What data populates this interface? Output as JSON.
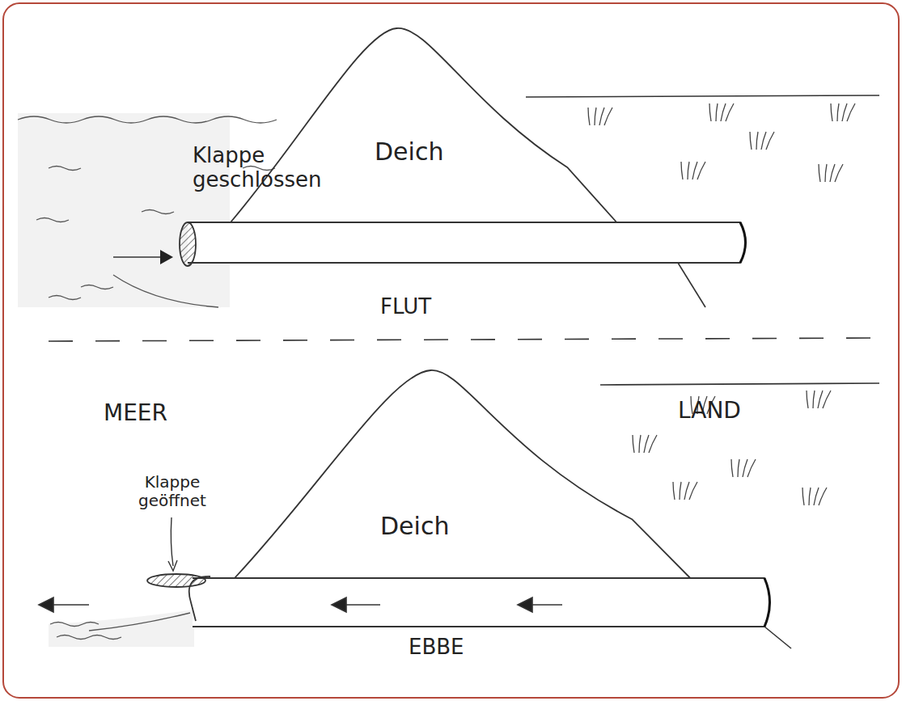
{
  "diagram": {
    "nodes": [
      {
        "text": [
          "Deich"
        ]
      },
      {
        "text": [
          "Deich"
        ]
      }
    ],
    "labels": [
      "Klappe geschlossen",
      "FLUT",
      "MEER",
      "LAND",
      "Klappe geöffnet",
      "EBBE"
    ]
  }
}
